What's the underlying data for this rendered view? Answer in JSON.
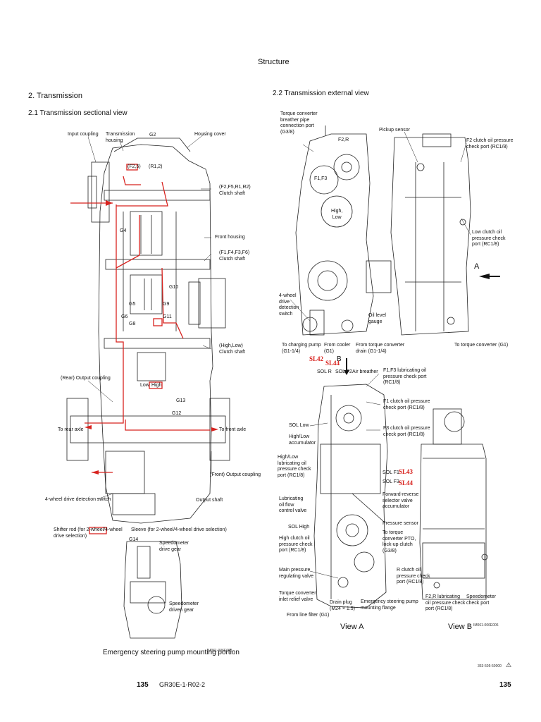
{
  "page": {
    "title": "Structure",
    "section": "2.  Transmission",
    "sub_sectional": "2.1  Transmission sectional view",
    "sub_external": "2.2  Transmission external view",
    "page_number_left": "135",
    "page_number_right": "135",
    "doc_code": "GR30E-1-R02-2",
    "corner_code": "363-505-50000"
  },
  "sectional_labels": {
    "input_coupling": "Input coupling",
    "transmission_housing": "Transmission\nhousing",
    "g2": "G2",
    "housing_cover": "Housing cover",
    "f2_5": "(F2,5)",
    "r1_2": "(R1,2)",
    "f2f5r1r2": "(F2,F5,R1,R2)\nClutch shaft",
    "front_housing": "Front housing",
    "f1f4f3f6": "(F1,F4,F3,F6)\nClutch shaft",
    "g4": "G4",
    "g5": "G5",
    "g6": "G6",
    "g8": "G8",
    "g10": "G10",
    "g9": "G9",
    "g11": "G11",
    "g12": "G12",
    "g13": "G13",
    "g14": "G14",
    "high_low_shaft": "(High,Low)\nClutch shaft",
    "rear_output_coupling": "(Rear) Output coupling",
    "low": "Low",
    "high": "High",
    "to_rear_axle": "To rear axle",
    "to_front_axle": "To front axle",
    "front_output_coupling": "(Front) Output coupling",
    "four_wheel_switch": "4-wheel drive detection switch",
    "output_shaft": "Output shaft",
    "shifter_rod": "Shifter rod (for 2-wheel/4-wheel\ndrive selection)",
    "sleeve": "Sleeve (for 2-wheel/4-wheel drive selection)",
    "speedo_drive": "Speedometer\ndrive gear",
    "speedo_driven": "Speedometer\ndriven gear",
    "emergency_portion": "Emergency steering pump mounting portion",
    "fig_code_left": "IM061-006E005"
  },
  "external_labels": {
    "breather_port": "Torque converter\nbreather pipe\nconnection port\n(G3/8)",
    "f2r": "F2,R",
    "f1f3": "F1,F3",
    "high_low": "High,\nLow",
    "pickup_sensor": "Pickup sensor",
    "f2_check": "F2 clutch oil pressure\ncheck port (RC1/8)",
    "low_check": "Low clutch oil\npressure check\nport (RC1/8)",
    "arrow_a": "A",
    "four_wheel_switch": "4-wheel\ndrive\ndetection\nswitch",
    "oil_level": "Oil level\ngauge",
    "to_charging": "To charging pump\n(G1-1/4)",
    "from_cooler": "From cooler\n(G1)",
    "arrow_b": "B",
    "from_tc_drain": "From torque converter\ndrain (G1-1/4)",
    "to_tc": "To torque converter (G1)",
    "sl42": "SL42",
    "sl44_top": "SL44",
    "sol_r": "SOL R",
    "sol_f2": "SOL F2",
    "air_breather": "Air breather",
    "f1f3_lub": "F1,F3 lubricating oil\npressure check port\n(RC1/8)",
    "f1_check": "F1 clutch oil pressure\ncheck port (RC1/8)",
    "sol_low": "SOL Low",
    "f3_check": "F3 clutch oil pressure\ncheck port (RC1/8)",
    "hl_accum": "High/Low\naccumulator",
    "hl_lub": "High/Low\nlubricating oil\npressure check\nport (RC1/8)",
    "sol_f1": "SOL F1",
    "sl43": "SL43",
    "sol_f3": "SOL F3",
    "sl44_bottom": "SL44",
    "lub_flow": "Lubricating\noil flow\ncontrol valve",
    "fr_accum": "Forward-reverse\nselector valve\naccumulator",
    "sol_high": "SOL High",
    "pressure_sensor": "Pressure sensor",
    "high_check": "High clutch oil\npressure check\nport (RC1/8)",
    "to_tc_pto": "To torque\nconverter PTO,\nlock-up clutch\n(G3/8)",
    "main_pressure": "Main pressure\nregulating valve",
    "r_check": "R clutch oil\npressure check\nport (RC1/8)",
    "tc_relief": "Torque converter\ninlet relief valve",
    "drain_plug": "Drain plug\n(M24 × 1.5)",
    "emergency_flange": "Emergency steering pump\nmounting flange",
    "f2r_lub": "F2,R lubricating\noil pressure check\nport (RC1/8)",
    "speedo_port": "Speedometer\ncheck port",
    "from_line_filter": "From line filter (G1)",
    "view_a": "View A",
    "view_b": "View B",
    "fig_code_right": "IM061-006E006"
  },
  "colors": {
    "accent_red": "#d8231f",
    "line": "#222222"
  }
}
